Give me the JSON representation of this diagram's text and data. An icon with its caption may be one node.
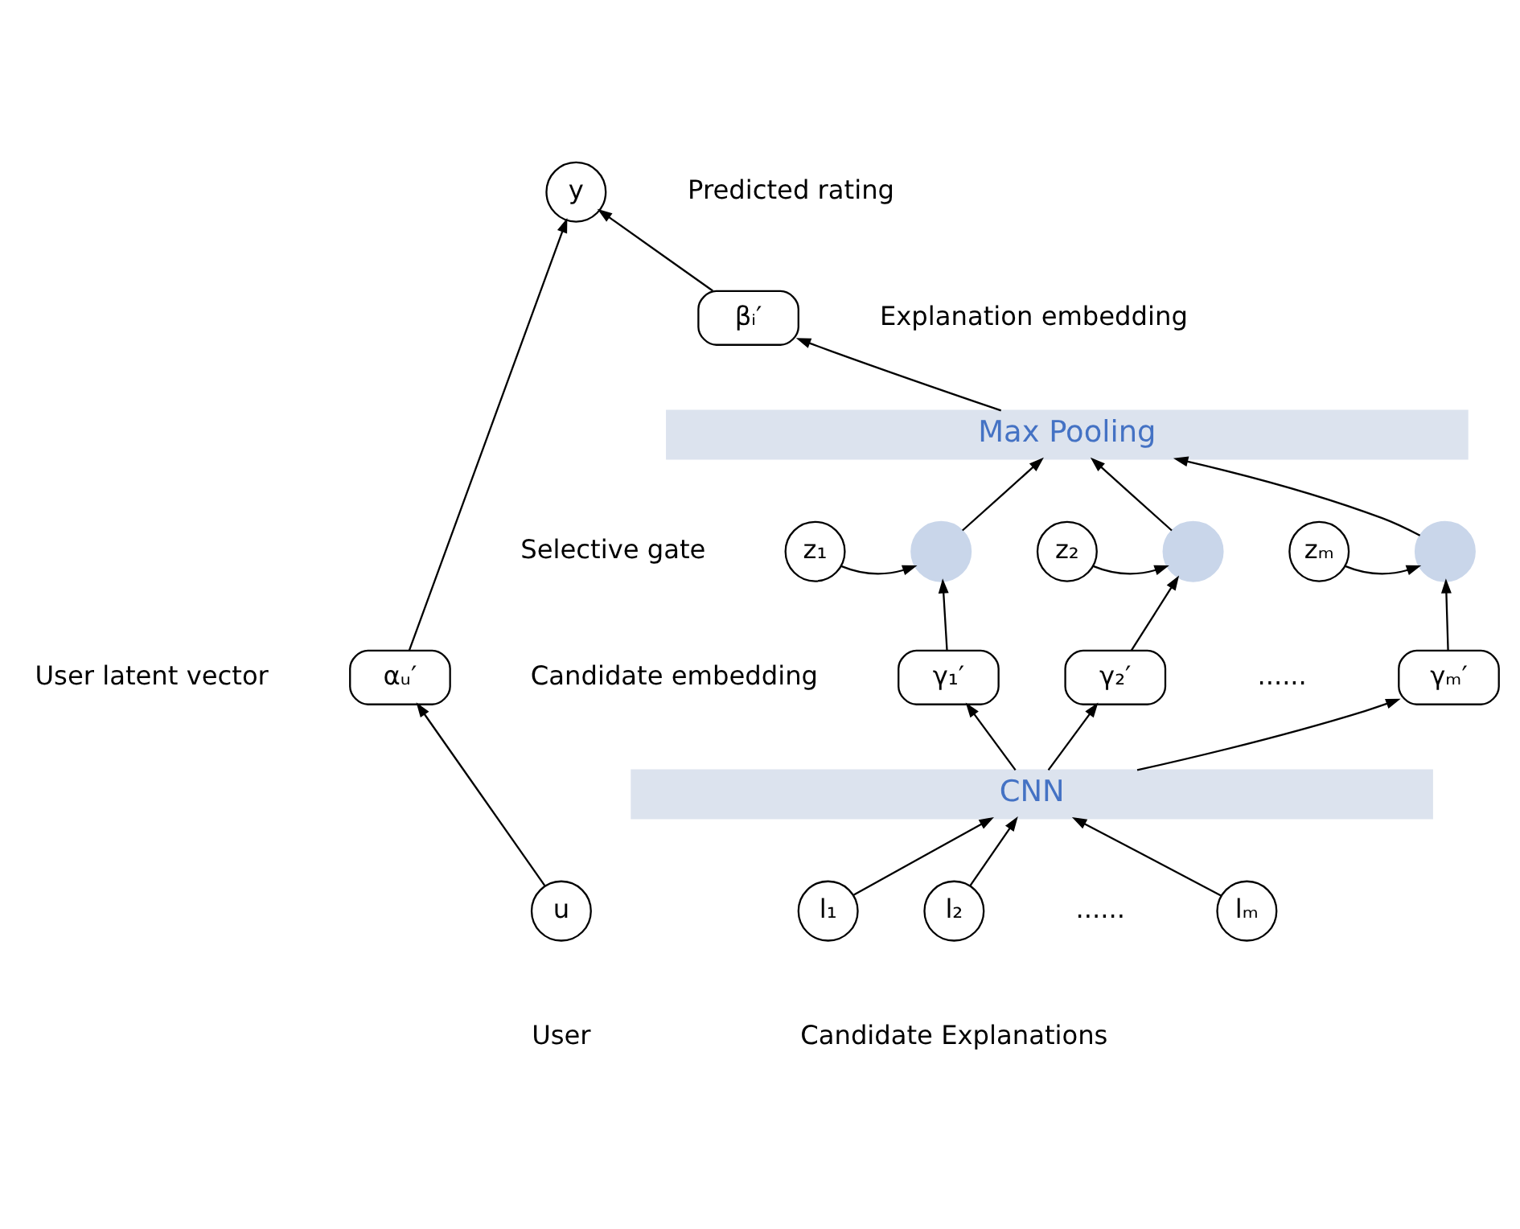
{
  "diagram": {
    "nodes": [
      {
        "text": [
          "y"
        ],
        "beside": [
          "Predicted rating"
        ]
      },
      {
        "text": [
          "βᵢ′"
        ],
        "beside": [
          "Explanation embedding"
        ]
      },
      {
        "text": [
          "Max Pooling"
        ]
      },
      {
        "text": [],
        "shape": "circle"
      },
      {
        "text": [],
        "shape": "circle"
      },
      {
        "text": [],
        "shape": "circle"
      },
      {
        "text": [
          "z₁"
        ],
        "beside": [
          "Selective gate"
        ]
      },
      {
        "text": [
          "z₂"
        ]
      },
      {
        "text": [
          "zₘ"
        ]
      },
      {
        "text": [
          "γ₁′"
        ],
        "beside": [
          "Candidate embedding"
        ]
      },
      {
        "text": [
          "γ₂′"
        ]
      },
      {
        "text": [
          "γₘ′"
        ]
      },
      {
        "text": [
          "CNN"
        ]
      },
      {
        "text": [
          "αᵤ′"
        ],
        "beside": [
          "User latent vector"
        ]
      },
      {
        "text": [
          "u"
        ],
        "beside": [
          "User"
        ]
      },
      {
        "text": [
          "l₁"
        ]
      },
      {
        "text": [
          "l₂"
        ]
      },
      {
        "text": [
          "lₘ"
        ]
      }
    ],
    "edges": [
      {
        "from": 14,
        "to": 13,
        "arrow": "to"
      },
      {
        "from": 13,
        "to": 0,
        "arrow": "to"
      },
      {
        "from": 1,
        "to": 0,
        "arrow": "to"
      },
      {
        "from": 2,
        "to": 1,
        "arrow": "to"
      },
      {
        "from": 3,
        "to": 2,
        "arrow": "to"
      },
      {
        "from": 4,
        "to": 2,
        "arrow": "to"
      },
      {
        "from": 5,
        "to": 2,
        "arrow": "to"
      },
      {
        "from": 6,
        "to": 3,
        "arrow": "to"
      },
      {
        "from": 7,
        "to": 4,
        "arrow": "to"
      },
      {
        "from": 8,
        "to": 5,
        "arrow": "to"
      },
      {
        "from": 9,
        "to": 3,
        "arrow": "to"
      },
      {
        "from": 10,
        "to": 4,
        "arrow": "to"
      },
      {
        "from": 11,
        "to": 5,
        "arrow": "to"
      },
      {
        "from": 12,
        "to": 9,
        "arrow": "to"
      },
      {
        "from": 12,
        "to": 10,
        "arrow": "to"
      },
      {
        "from": 12,
        "to": 11,
        "arrow": "to"
      },
      {
        "from": 15,
        "to": 12,
        "arrow": "to"
      },
      {
        "from": 16,
        "to": 12,
        "arrow": "to"
      },
      {
        "from": 17,
        "to": 12,
        "arrow": "to"
      }
    ],
    "labels": [
      "......",
      "......",
      "Candidate Explanations"
    ]
  }
}
